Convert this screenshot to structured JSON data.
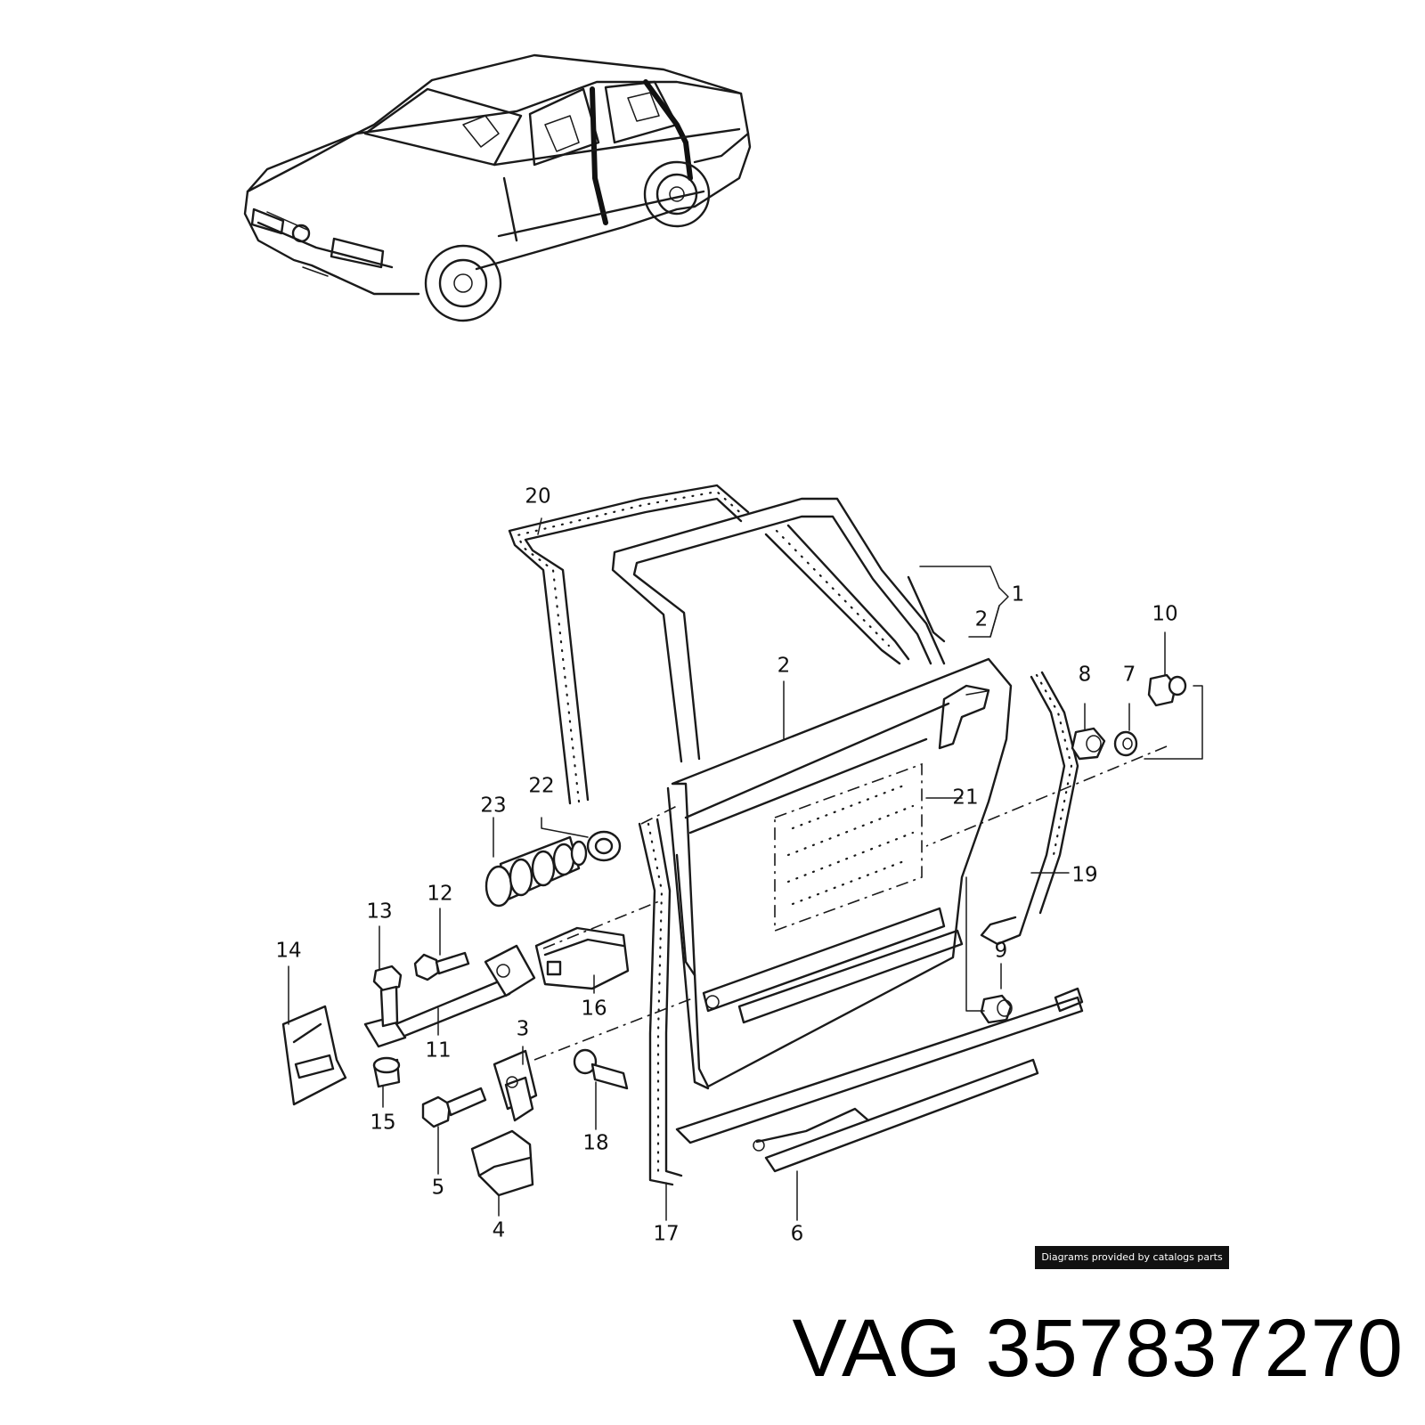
{
  "diagram": {
    "callouts": [
      {
        "id": "c1",
        "text": "1"
      },
      {
        "id": "c2a",
        "text": "2"
      },
      {
        "id": "c2b",
        "text": "2"
      },
      {
        "id": "c3",
        "text": "3"
      },
      {
        "id": "c4",
        "text": "4"
      },
      {
        "id": "c5",
        "text": "5"
      },
      {
        "id": "c6",
        "text": "6"
      },
      {
        "id": "c7",
        "text": "7"
      },
      {
        "id": "c8",
        "text": "8"
      },
      {
        "id": "c9",
        "text": "9"
      },
      {
        "id": "c10",
        "text": "10"
      },
      {
        "id": "c11",
        "text": "11"
      },
      {
        "id": "c12",
        "text": "12"
      },
      {
        "id": "c13",
        "text": "13"
      },
      {
        "id": "c14",
        "text": "14"
      },
      {
        "id": "c15",
        "text": "15"
      },
      {
        "id": "c16",
        "text": "16"
      },
      {
        "id": "c17",
        "text": "17"
      },
      {
        "id": "c18",
        "text": "18"
      },
      {
        "id": "c19",
        "text": "19"
      },
      {
        "id": "c20",
        "text": "20"
      },
      {
        "id": "c21",
        "text": "21"
      },
      {
        "id": "c22",
        "text": "22"
      },
      {
        "id": "c23",
        "text": "23"
      }
    ]
  },
  "footer": {
    "credit": "Diagrams provided by catalogs parts",
    "part_title": "VAG 357837270"
  }
}
